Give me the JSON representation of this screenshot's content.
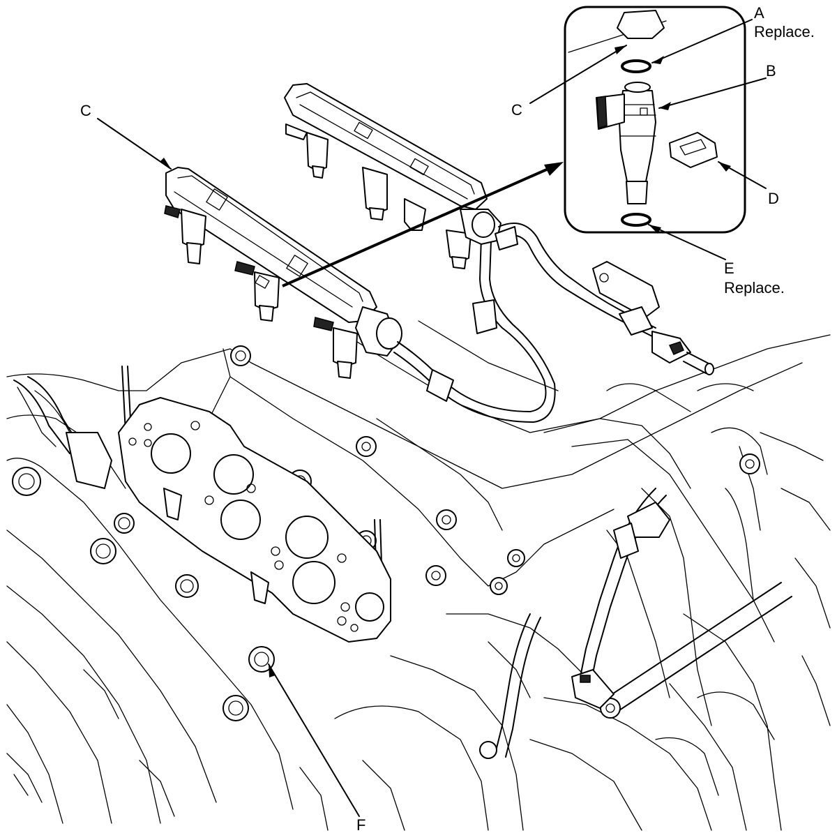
{
  "labels": {
    "a": "A",
    "a_note": "Replace.",
    "b": "B",
    "c_inset": "C",
    "c_main": "C",
    "d": "D",
    "e": "E",
    "e_note": "Replace.",
    "f": "F"
  }
}
